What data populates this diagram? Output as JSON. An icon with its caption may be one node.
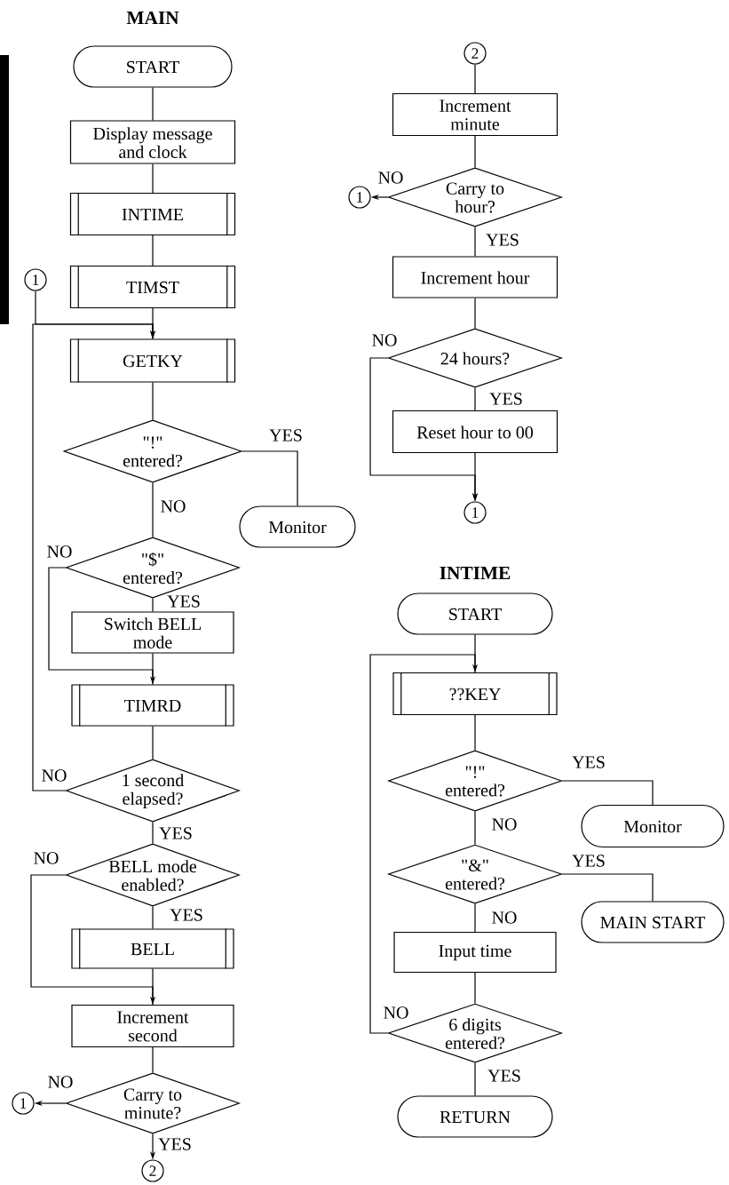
{
  "diagram": {
    "nodes": [
      {
        "text": [
          "START"
        ]
      },
      {
        "text": [
          "Display message and clock"
        ]
      },
      {
        "text": [
          "INTIME"
        ]
      },
      {
        "text": [
          "TIMST"
        ]
      },
      {
        "text": [
          "1"
        ]
      },
      {
        "text": [
          "GETKY"
        ]
      },
      {
        "text": [
          "\"!\" entered?"
        ]
      },
      {
        "text": [
          "Monitor"
        ]
      },
      {
        "text": [
          "\"$\" entered?"
        ]
      },
      {
        "text": [
          "Switch BELL mode"
        ]
      },
      {
        "text": [
          "TIMRD"
        ]
      },
      {
        "text": [
          "1 second elapsed?"
        ]
      },
      {
        "text": [
          "BELL mode enabled?"
        ]
      },
      {
        "text": [
          "BELL"
        ]
      },
      {
        "text": [
          "Increment second"
        ]
      },
      {
        "text": [
          "Carry to minute?"
        ]
      },
      {
        "text": [
          "1"
        ]
      },
      {
        "text": [
          "2"
        ]
      },
      {
        "text": [
          "2"
        ]
      },
      {
        "text": [
          "Increment minute"
        ]
      },
      {
        "text": [
          "Carry to hour?"
        ]
      },
      {
        "text": [
          "1"
        ]
      },
      {
        "text": [
          "Increment hour"
        ]
      },
      {
        "text": [
          "24 hours?"
        ]
      },
      {
        "text": [
          "Reset hour to 00"
        ]
      },
      {
        "text": [
          "1"
        ]
      },
      {
        "text": [
          "START"
        ]
      },
      {
        "text": [
          "??KEY"
        ]
      },
      {
        "text": [
          "\"!\" entered?"
        ]
      },
      {
        "text": [
          "Monitor"
        ]
      },
      {
        "text": [
          "\"&\" entered?"
        ]
      },
      {
        "text": [
          "MAIN START"
        ]
      },
      {
        "text": [
          "Input time"
        ]
      },
      {
        "text": [
          "6 digits entered?"
        ]
      },
      {
        "text": [
          "RETURN"
        ]
      }
    ],
    "edges": [
      {
        "from": 0,
        "to": 1,
        "arrow": "none"
      },
      {
        "from": 1,
        "to": 2,
        "arrow": "none"
      },
      {
        "from": 2,
        "to": 3,
        "arrow": "none"
      },
      {
        "from": 3,
        "to": 5,
        "arrow": "none"
      },
      {
        "from": 4,
        "to": 5,
        "arrow": "to"
      },
      {
        "from": 5,
        "to": 6,
        "arrow": "none"
      },
      {
        "from": 6,
        "to": 7,
        "arrow": "none",
        "label": "YES"
      },
      {
        "from": 6,
        "to": 8,
        "arrow": "none",
        "label": "NO"
      },
      {
        "from": 8,
        "to": 10,
        "arrow": "to",
        "label": "NO"
      },
      {
        "from": 8,
        "to": 9,
        "arrow": "none",
        "label": "YES"
      },
      {
        "from": 9,
        "to": 10,
        "arrow": "none"
      },
      {
        "from": 10,
        "to": 11,
        "arrow": "none"
      },
      {
        "from": 11,
        "to": 5,
        "arrow": "to",
        "label": "NO"
      },
      {
        "from": 11,
        "to": 12,
        "arrow": "none",
        "label": "YES"
      },
      {
        "from": 12,
        "to": 14,
        "arrow": "to",
        "label": "NO"
      },
      {
        "from": 12,
        "to": 13,
        "arrow": "none",
        "label": "YES"
      },
      {
        "from": 13,
        "to": 14,
        "arrow": "none"
      },
      {
        "from": 14,
        "to": 15,
        "arrow": "none"
      },
      {
        "from": 15,
        "to": 16,
        "arrow": "to",
        "label": "NO"
      },
      {
        "from": 15,
        "to": 17,
        "arrow": "to",
        "label": "YES"
      },
      {
        "from": 18,
        "to": 19,
        "arrow": "none"
      },
      {
        "from": 19,
        "to": 20,
        "arrow": "none"
      },
      {
        "from": 20,
        "to": 21,
        "arrow": "to",
        "label": "NO"
      },
      {
        "from": 20,
        "to": 22,
        "arrow": "none",
        "label": "YES"
      },
      {
        "from": 22,
        "to": 23,
        "arrow": "none"
      },
      {
        "from": 23,
        "to": 25,
        "arrow": "to",
        "label": "NO"
      },
      {
        "from": 23,
        "to": 24,
        "arrow": "none",
        "label": "YES"
      },
      {
        "from": 24,
        "to": 25,
        "arrow": "to"
      },
      {
        "from": 26,
        "to": 27,
        "arrow": "none"
      },
      {
        "from": 27,
        "to": 28,
        "arrow": "none"
      },
      {
        "from": 28,
        "to": 29,
        "arrow": "none",
        "label": "YES"
      },
      {
        "from": 28,
        "to": 30,
        "arrow": "none",
        "label": "NO"
      },
      {
        "from": 30,
        "to": 31,
        "arrow": "none",
        "label": "YES"
      },
      {
        "from": 30,
        "to": 32,
        "arrow": "none",
        "label": "NO"
      },
      {
        "from": 32,
        "to": 33,
        "arrow": "none"
      },
      {
        "from": 33,
        "to": 27,
        "arrow": "to",
        "label": "NO"
      },
      {
        "from": 33,
        "to": 34,
        "arrow": "none",
        "label": "YES"
      }
    ],
    "labels": [
      "MAIN",
      "INTIME"
    ]
  }
}
